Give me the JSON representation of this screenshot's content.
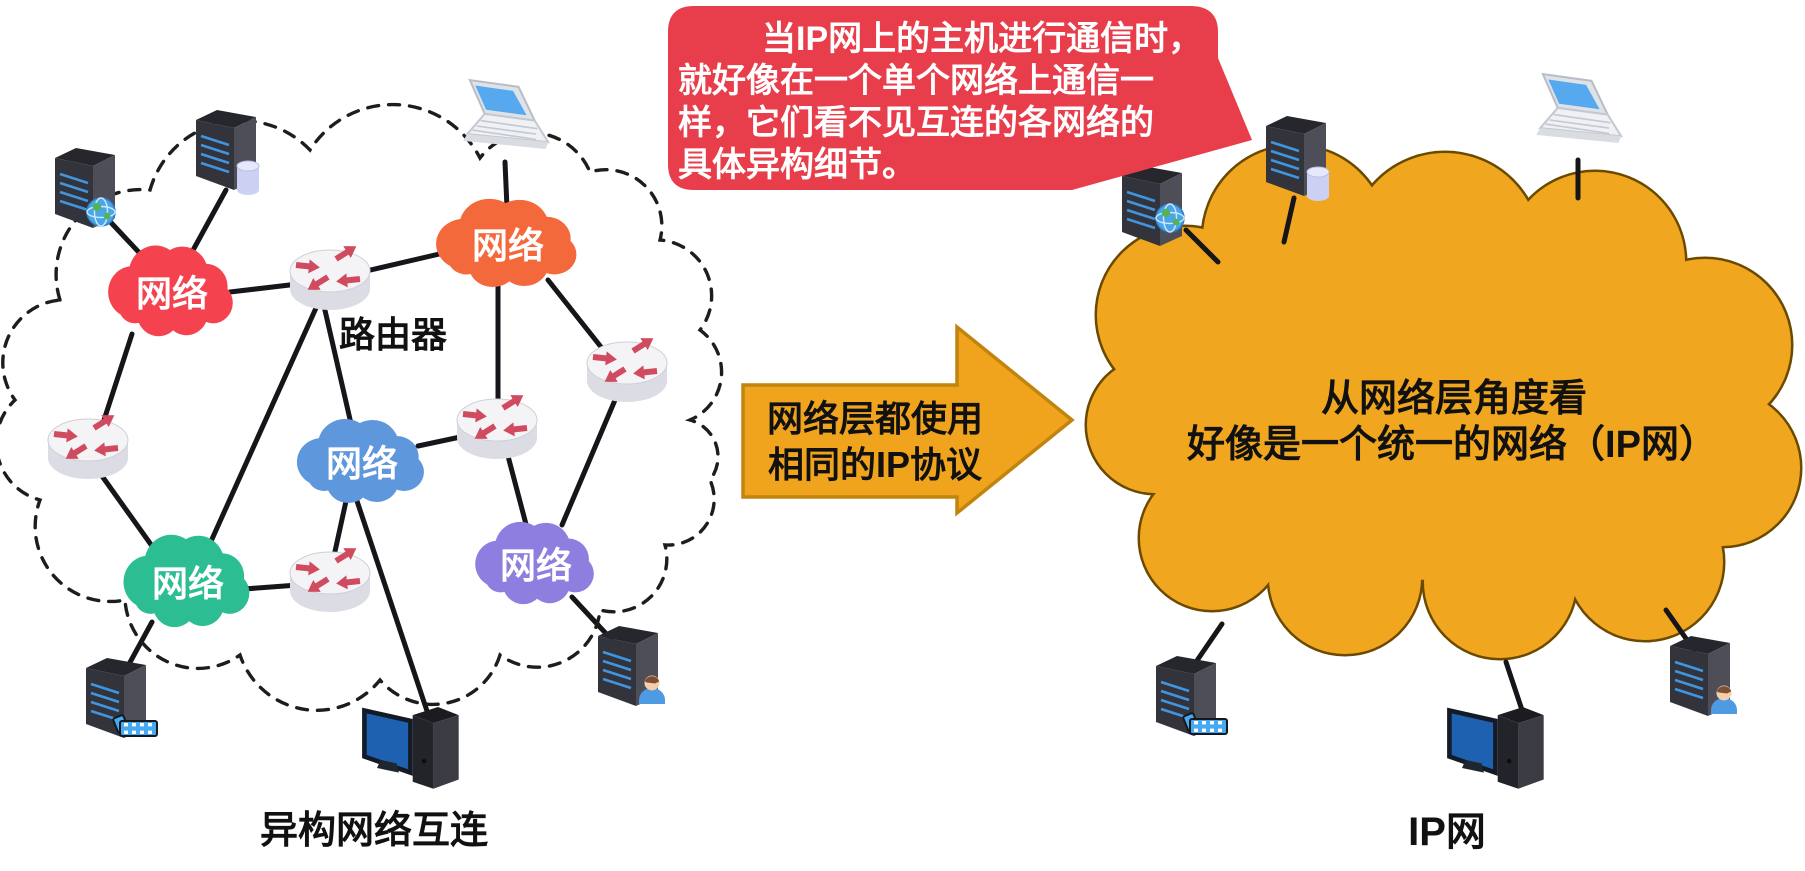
{
  "speech_bubble": {
    "bg_color": "#e83d4b",
    "lines": [
      "当IP网上的主机进行通信时，",
      "就好像在一个单个网络上通信一",
      "样，它们看不见互连的各网络的",
      "具体异构细节。"
    ]
  },
  "transform_arrow": {
    "fill_color": "#f0a41d",
    "lines": [
      "网络层都使用",
      "相同的IP协议"
    ]
  },
  "left_network": {
    "caption": "异构网络互连",
    "router_label": "路由器",
    "cloud_label": "网络",
    "cloud_colors": {
      "red": "#f4424e",
      "orange": "#f4693c",
      "blue": "#5e97dc",
      "green": "#2dbd92",
      "purple": "#8e7ee0"
    }
  },
  "right_network": {
    "caption": "IP网",
    "cloud_color": "#f0a71f",
    "cloud_outline": "#6b4a00",
    "cloud_lines": [
      "从网络层角度看",
      "好像是一个统一的网络（IP网）"
    ]
  }
}
